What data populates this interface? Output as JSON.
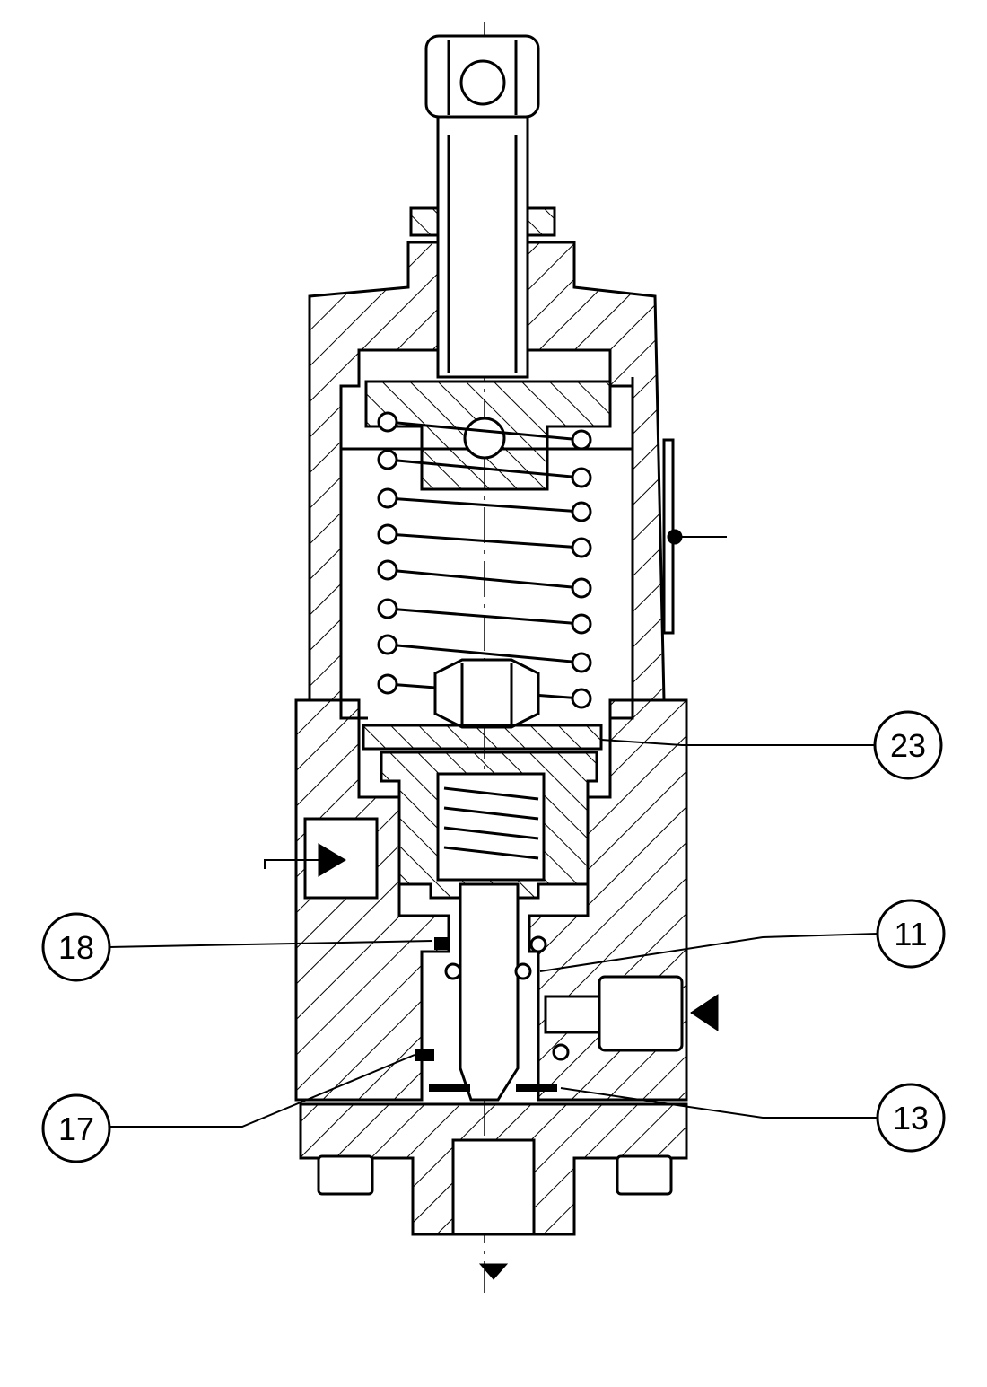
{
  "callouts": [
    {
      "id": "c23",
      "label": "23"
    },
    {
      "id": "c18",
      "label": "18"
    },
    {
      "id": "c11",
      "label": "11"
    },
    {
      "id": "c17",
      "label": "17"
    },
    {
      "id": "c13",
      "label": "13"
    }
  ],
  "colors": {
    "ink": "#000000",
    "paper": "#ffffff"
  }
}
